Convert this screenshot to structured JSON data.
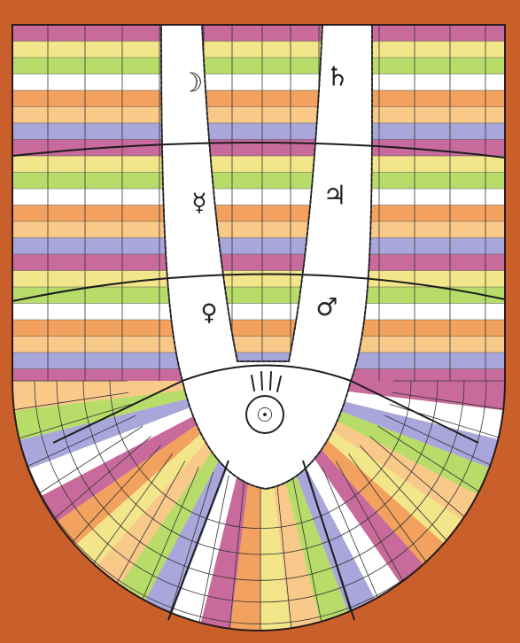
{
  "diagram": {
    "colors": {
      "background_frame": "#c9602b",
      "board_outline": "#2a1a1a",
      "channel_fill": "#ffffff",
      "band_palette": [
        "#c86b9c",
        "#f3e58a",
        "#b8dc6a",
        "#ffffff",
        "#f2a15f",
        "#f9c98a",
        "#a9a6dc"
      ]
    },
    "planet_symbols": [
      {
        "name": "moon",
        "glyph": "☽"
      },
      {
        "name": "saturn",
        "glyph": "♄"
      },
      {
        "name": "mercury",
        "glyph": "☿"
      },
      {
        "name": "jupiter",
        "glyph": "♃"
      },
      {
        "name": "venus",
        "glyph": "♀"
      },
      {
        "name": "mars",
        "glyph": "♂"
      }
    ],
    "sun_symbol": {
      "name": "sun",
      "glyph": "☉"
    }
  }
}
